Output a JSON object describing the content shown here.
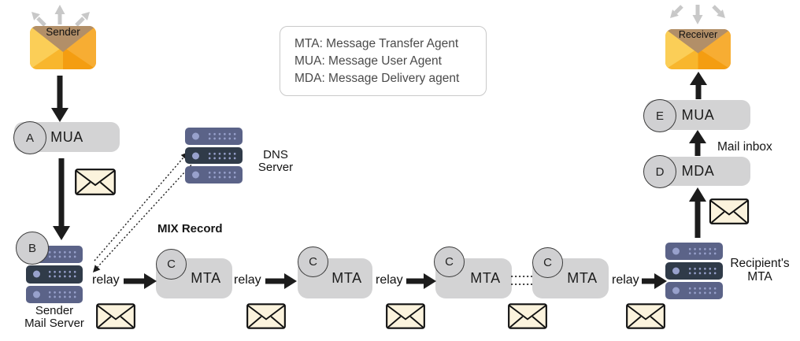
{
  "diagram": {
    "legend": {
      "lines": [
        "MTA: Message Transfer Agent",
        "MUA: Message User Agent",
        "MDA: Message Delivery agent"
      ]
    },
    "sender": {
      "label": "Sender"
    },
    "receiver": {
      "label": "Receiver"
    },
    "mua_a": {
      "badge": "A",
      "label": "MUA"
    },
    "sender_mail_server": {
      "badge": "B",
      "line1": "Sender",
      "line2": "Mail Server"
    },
    "dns_server": {
      "line1": "DNS",
      "line2": "Server"
    },
    "mix_record_label": "MIX Record",
    "relay_label": "relay",
    "mta_chain": [
      {
        "badge": "C",
        "label": "MTA"
      },
      {
        "badge": "C",
        "label": "MTA"
      },
      {
        "badge": "C",
        "label": "MTA"
      },
      {
        "badge": "C",
        "label": "MTA"
      }
    ],
    "recipient_mta": {
      "line1": "Recipient's",
      "line2": "MTA"
    },
    "mda": {
      "badge": "D",
      "label": "MDA"
    },
    "mua_e": {
      "badge": "E",
      "label": "MUA"
    },
    "mail_inbox_label": "Mail inbox"
  },
  "colors": {
    "accent_orange": "#F6A41C",
    "envelope_flap_tan": "#B28F68",
    "server_slate": "#5B6388",
    "server_dark": "#303B49",
    "server_dots": "#98A1CC",
    "pill_gray": "#D3D3D4",
    "arrow_black": "#1C1C1C",
    "splash_gray": "#C8C8C8",
    "message_cream": "#FBF3DD",
    "legend_border": "#C9C9C9"
  }
}
